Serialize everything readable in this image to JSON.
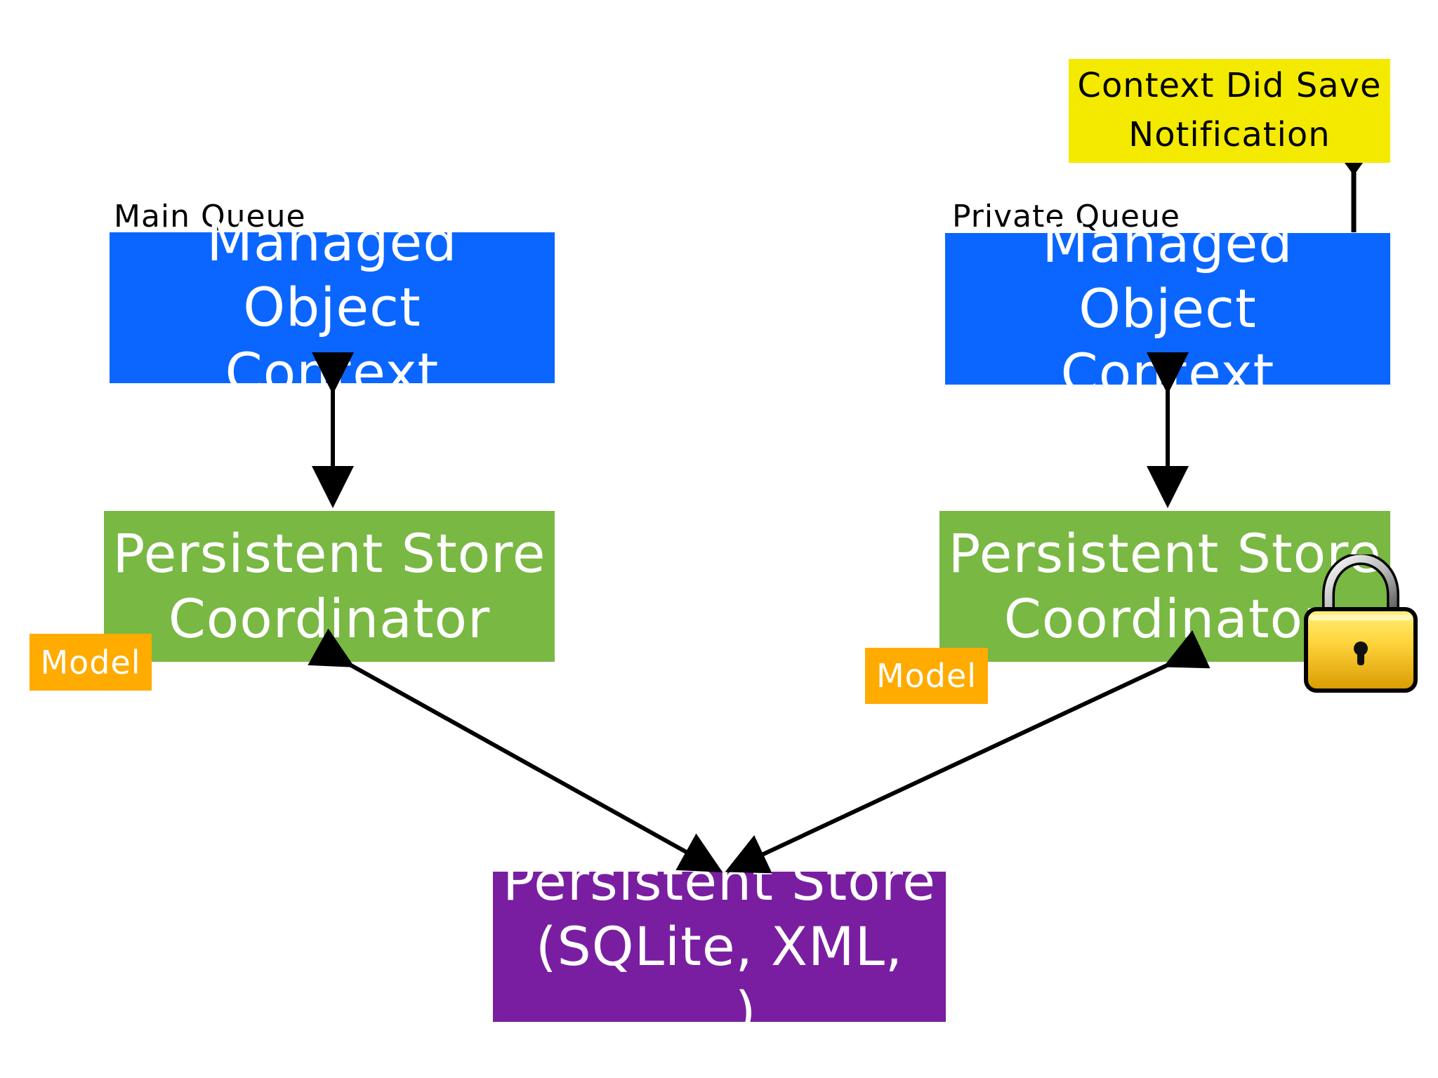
{
  "left_stack": {
    "queue_label": "Main Queue",
    "moc": [
      "Managed Object",
      "Context"
    ],
    "psc": [
      "Persistent Store",
      "Coordinator"
    ],
    "model_label": "Model"
  },
  "right_stack": {
    "queue_label": "Private Queue",
    "moc": [
      "Managed Object",
      "Context"
    ],
    "psc": [
      "Persistent Store",
      "Coordinator"
    ],
    "model_label": "Model"
  },
  "persistent_store": [
    "Persistent Store",
    "(SQLite, XML, ...)"
  ],
  "notification": [
    "Context Did Save",
    "Notification"
  ],
  "icons": {
    "lock": "lock-icon"
  },
  "colors": {
    "moc": "#0a66ff",
    "psc": "#79b843",
    "persistent_store": "#7a1ea1",
    "notification": "#f4ea00",
    "model": "#ffab00"
  }
}
